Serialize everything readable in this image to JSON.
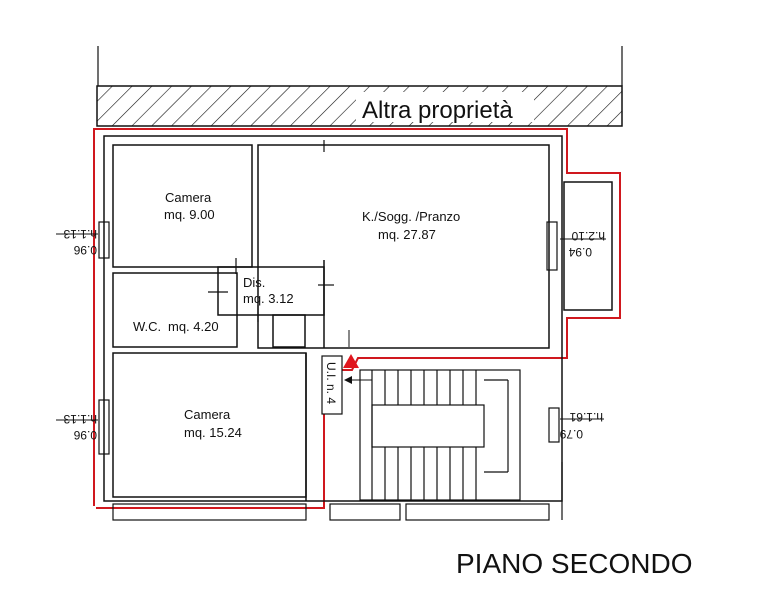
{
  "neighbor_label": "Altra proprietà",
  "floor_title": "PIANO SECONDO",
  "rooms": {
    "camera_top": {
      "name": "Camera",
      "area": "mq. 9.00"
    },
    "kitchen": {
      "name": "K./Sogg. /Pranzo",
      "area": "mq. 27.87"
    },
    "dis": {
      "name": "Dis.",
      "area": "mq. 3.12"
    },
    "wc": {
      "name": "W.C.",
      "area": "mq. 4.20"
    },
    "camera_bottom": {
      "name": "Camera",
      "area": "mq. 15.24"
    }
  },
  "unit_label": "U.I. n. 4",
  "windows": {
    "left_top": {
      "h": "h.1.13",
      "w": "0.96"
    },
    "left_bottom": {
      "h": "h.1.13",
      "w": "0.96"
    },
    "right_top": {
      "h": "h.2.10",
      "w": "0.94"
    },
    "right_bottom": {
      "h": "h.1.61",
      "w": "0.79"
    }
  },
  "colors": {
    "boundary": "#d0181e",
    "walls": "#111111",
    "arrow": "#e0161e"
  }
}
